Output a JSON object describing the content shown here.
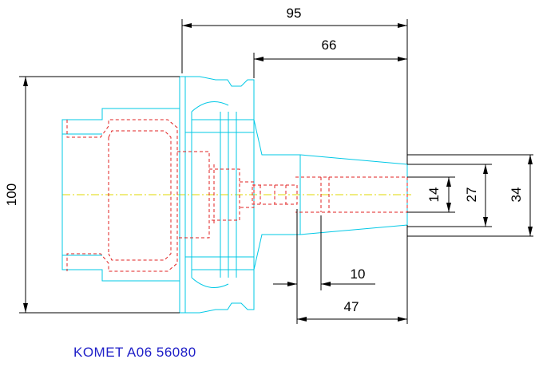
{
  "dimensions": {
    "total_length": "95",
    "taper_length": "66",
    "flange_diameter": "100",
    "bore_diameter": "14",
    "inner_diameter": "27",
    "outer_diameter": "34",
    "bore_offset": "10",
    "bore_depth": "47"
  },
  "caption": "KOMET A06 56080",
  "colors": {
    "dimension": "#000000",
    "outline": "#00c8e6",
    "hidden": "#e02020",
    "centerline": "#e0d800",
    "caption": "#2020c8"
  }
}
